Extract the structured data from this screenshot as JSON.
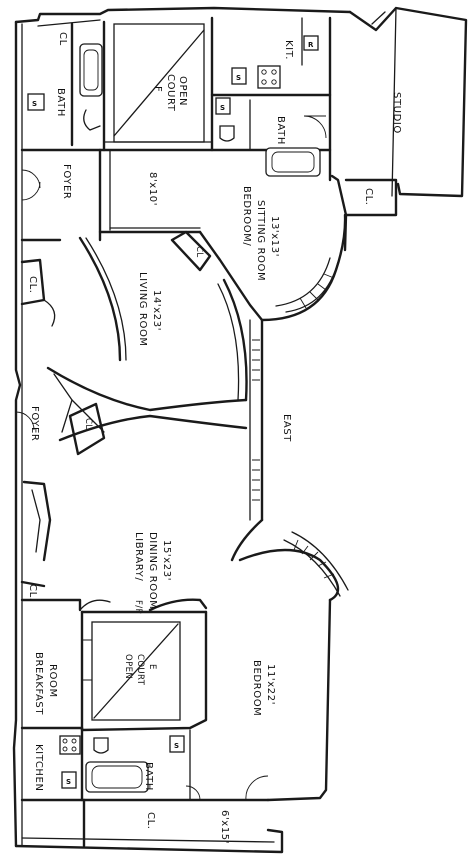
{
  "rooms": {
    "cl_top": "CL",
    "bath_top": "BATH",
    "open_court_f": [
      "OPEN",
      "COURT",
      "F"
    ],
    "kit": "KIT.",
    "bath_mid": "BATH",
    "studio": "STUDIO",
    "foyer_top": "FOYER",
    "room_8x10": "8'x10'",
    "bedroom_sitting": [
      "BEDROOM/",
      "SITTING ROOM",
      "13'x13'"
    ],
    "cl_studio": "CL.",
    "cl_living_left": "CL.",
    "cl_living_right": "CL",
    "living_room": [
      "LIVING ROOM",
      "14'x23'"
    ],
    "foyer_mid": "FOYER",
    "cl_mid": "CL",
    "east": "EAST",
    "library_dining": [
      "LIBRARY/",
      "DINING ROOM",
      "15'x23'"
    ],
    "cl_lower": "CL.",
    "fp": "F/P",
    "breakfast_room": [
      "BREAKFAST",
      "ROOM"
    ],
    "open_court_e": [
      "OPEN",
      "COURT",
      "E"
    ],
    "bedroom": [
      "BEDROOM",
      "11'x22'"
    ],
    "kitchen": "KITCHEN",
    "bath_lower": "BATH",
    "cl_bottom": "CL.",
    "room_6x15": "6'x15'"
  },
  "fixtures": {
    "s": "S",
    "r": "R"
  }
}
